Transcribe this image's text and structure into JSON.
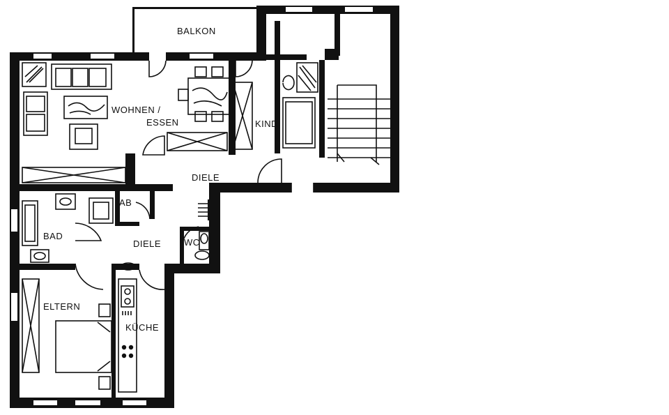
{
  "rooms": {
    "balkon": "BALKON",
    "wohnen": "WOHNEN /",
    "essen": "ESSEN",
    "kind": "KIND",
    "diele_upper": "DIELE",
    "ab": "AB",
    "bad": "BAD",
    "diele_lower": "DIELE",
    "wc": "WC",
    "eltern": "ELTERN",
    "kueche": "KÜCHE"
  },
  "colors": {
    "wall": "#111111",
    "background": "#ffffff"
  }
}
